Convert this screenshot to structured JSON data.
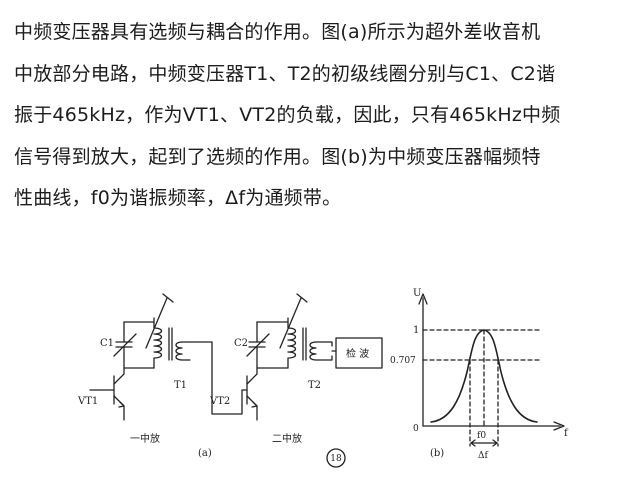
{
  "article": {
    "lines": [
      "中频变压器具有选频与耦合的作用。图(a)所示为超外差收音机",
      "中放部分电路，中频变压器T1、T2的初级线圈分别与C1、C2谐",
      "振于465kHz，作为VT1、VT2的负载，因此，只有465kHz中频",
      "信号得到放大，起到了选频的作用。图(b)为中频变压器幅频特",
      "性曲线，f0为谐振频率，Δf为通频带。"
    ]
  },
  "figure": {
    "circuit": {
      "c1": "C1",
      "c2": "C2",
      "t1": "T1",
      "t2": "T2",
      "vt1": "VT1",
      "vt2": "VT2",
      "detector": "检 波",
      "stage1": "一中放",
      "stage2": "二中放",
      "caption": "(a)",
      "figure_number": "18"
    },
    "curve": {
      "y_axis": "U",
      "x_axis": "f",
      "tick_1": "1",
      "tick_0707": "0.707",
      "origin": "0",
      "f0": "f0",
      "delta_f": "Δf",
      "caption": "(b)"
    }
  }
}
